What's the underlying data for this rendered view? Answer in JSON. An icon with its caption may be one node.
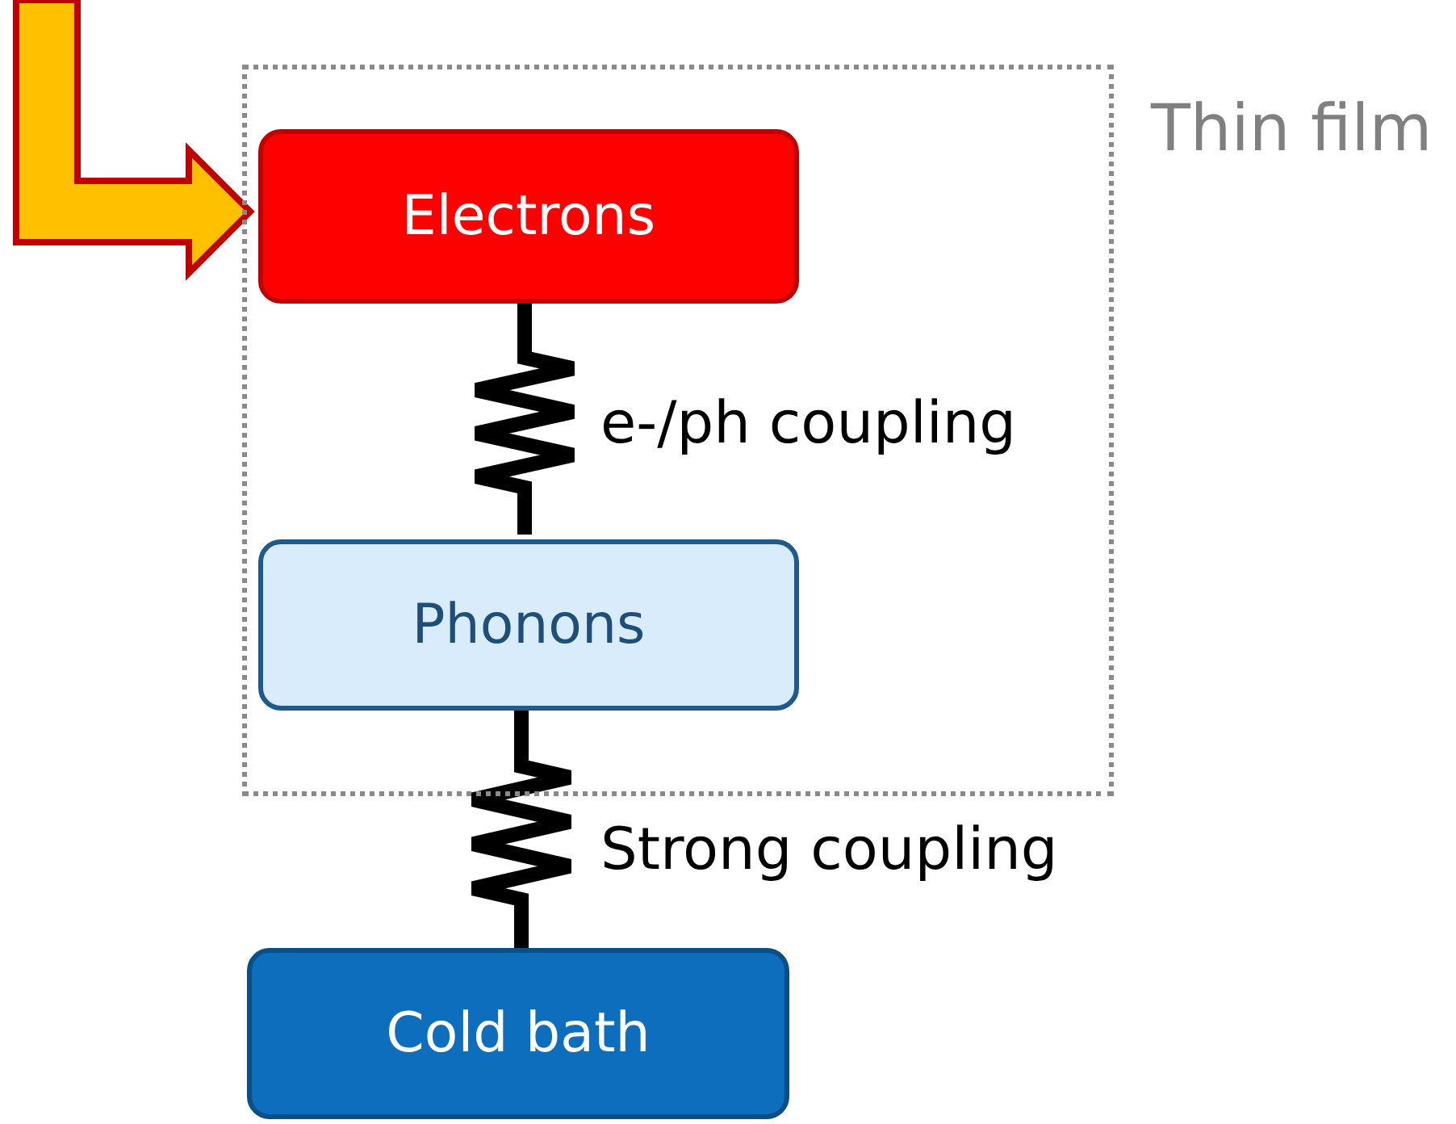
{
  "diagram": {
    "nodes": [
      {
        "text": [
          "Thin film"
        ]
      },
      {
        "text": [
          "Electrons"
        ],
        "in": 0
      },
      {
        "text": [
          "Phonons"
        ],
        "in": 0
      },
      {
        "text": [
          "Cold bath"
        ]
      }
    ],
    "edges": [
      {
        "from": null,
        "to": 1,
        "arrow": "to",
        "style": "thick",
        "color": "#ffc000"
      },
      {
        "from": 1,
        "to": 2,
        "arrow": "none",
        "label": "e-/ph coupling"
      },
      {
        "from": 2,
        "to": 3,
        "arrow": "none",
        "label": "Strong coupling"
      }
    ]
  }
}
